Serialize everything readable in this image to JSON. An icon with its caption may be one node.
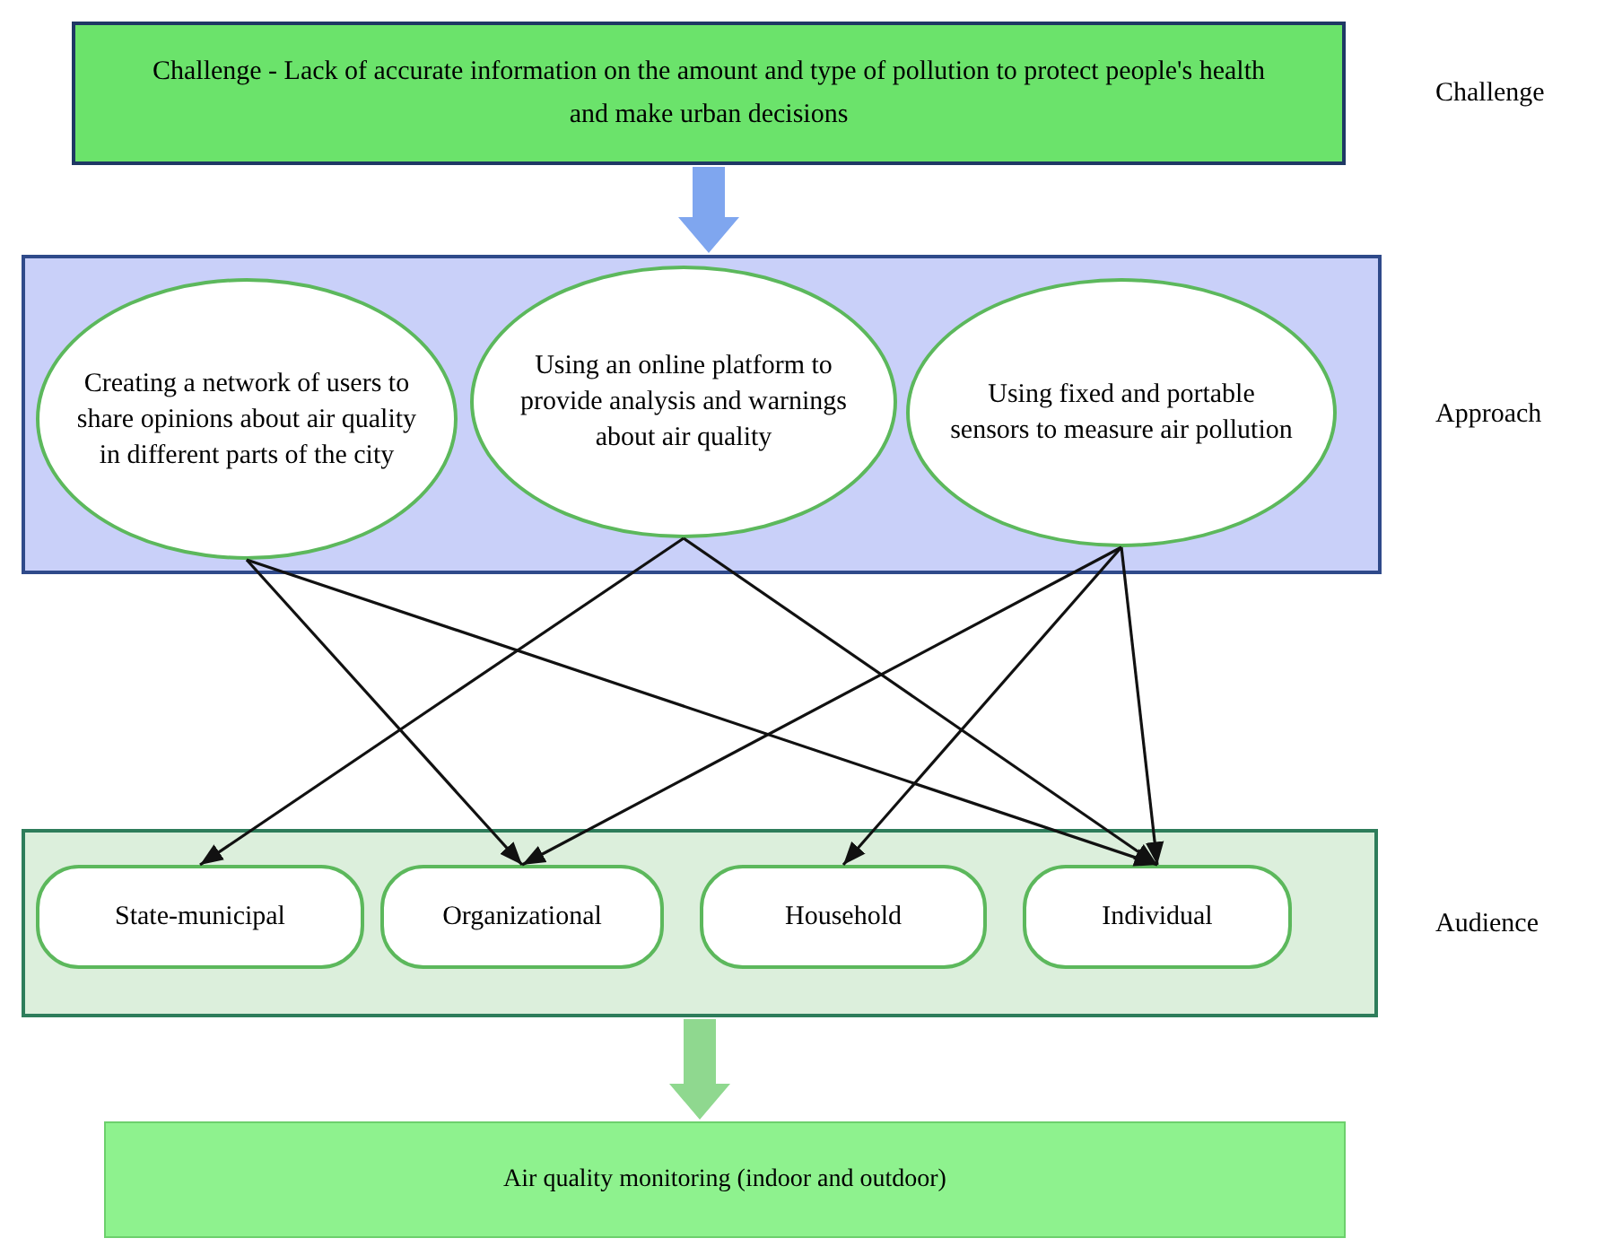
{
  "diagram": {
    "nodes": [
      {
        "text": [
          "Challenge - Lack of accurate information on the amount and type of pollution to protect people's health and make urban decisions"
        ],
        "beside": [
          "Challenge"
        ]
      },
      {
        "text": [],
        "shape": "box",
        "beside": [
          "Approach"
        ]
      },
      {
        "text": [
          "Creating a network of users to share opinions about air quality in different parts of the city"
        ],
        "in": 1
      },
      {
        "text": [
          "Using an online platform to provide analysis and warnings about air quality"
        ],
        "in": 1
      },
      {
        "text": [
          "Using fixed and portable sensors to measure air pollution"
        ],
        "in": 1
      },
      {
        "text": [],
        "shape": "box",
        "beside": [
          "Audience"
        ]
      },
      {
        "text": [
          "State-municipal"
        ],
        "in": 5
      },
      {
        "text": [
          "Organizational"
        ],
        "in": 5
      },
      {
        "text": [
          "Household"
        ],
        "in": 5
      },
      {
        "text": [
          "Individual"
        ],
        "in": 5
      },
      {
        "text": [
          "Air quality monitoring (indoor and outdoor)"
        ]
      }
    ],
    "edges": [
      {
        "from": 0,
        "to": 1,
        "arrow": "to",
        "style": "thick",
        "color": "#7fa6ef"
      },
      {
        "from": 2,
        "to": 7,
        "arrow": "to"
      },
      {
        "from": 2,
        "to": 9,
        "arrow": "to"
      },
      {
        "from": 3,
        "to": 6,
        "arrow": "to"
      },
      {
        "from": 3,
        "to": 9,
        "arrow": "to"
      },
      {
        "from": 4,
        "to": 7,
        "arrow": "to"
      },
      {
        "from": 4,
        "to": 8,
        "arrow": "to"
      },
      {
        "from": 4,
        "to": 9,
        "arrow": "to"
      },
      {
        "from": 5,
        "to": 10,
        "arrow": "to",
        "style": "thick",
        "color": "#8fd88f"
      }
    ]
  }
}
